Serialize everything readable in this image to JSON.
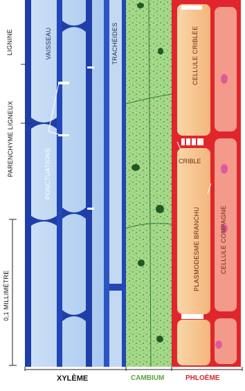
{
  "labels": {
    "lignine": "LIGNINE",
    "parenchyme": "PARENCHYME LIGNEUX",
    "vaisseau": "VAISSEAU",
    "ponctuations": "PONCTUATIONS",
    "tracheides": "TRACHÉIDES",
    "millimetre": "0,1 MILLIMÈTRE",
    "cellule_criblee": "CELLULE CRIBLÉE",
    "crible": "CRIBLE",
    "plasmodesme": "PLASMODESME BRANCHU",
    "cellule_compagne": "CELLULE COMPAGNE"
  },
  "bottom": {
    "xyleme": "XYLÈME",
    "cambium": "CAMBIUM",
    "phloeme": "PHLOÈME"
  },
  "colors": {
    "xylem_wall": "#1f3fa8",
    "xylem_fill": "#a9c9ef",
    "cambium": "#8fcf7a",
    "phloem_wall": "#e0262c",
    "phloem_fill": "#f7c58f",
    "cambium_label": "#5aa33a",
    "phloem_label": "#d8262a"
  }
}
